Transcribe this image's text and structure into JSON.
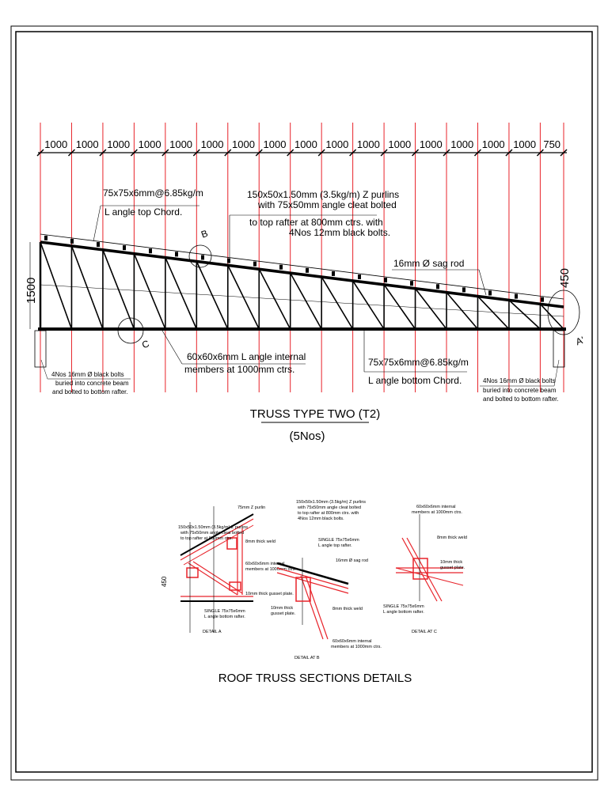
{
  "truss": {
    "dimensions": [
      "1000",
      "1000",
      "1000",
      "1000",
      "1000",
      "1000",
      "1000",
      "1000",
      "1000",
      "1000",
      "1000",
      "1000",
      "1000",
      "1000",
      "1000",
      "1000",
      "750"
    ],
    "height_label": "1500",
    "right_height_label": "450",
    "top_chord": [
      "75x75x6mm@6.85kg/m",
      "L angle top Chord."
    ],
    "purlins": [
      "150x50x1.50mm (3.5kg/m) Z purlins",
      "with 75x50mm angle cleat bolted",
      "to top rafter at 800mm ctrs. with",
      "4Nos 12mm black bolts."
    ],
    "sag_rod": "16mm Ø sag rod",
    "internal": [
      "60x60x6mm L angle internal",
      "members at 1000mm ctrs."
    ],
    "bottom_chord": [
      "75x75x6mm@6.85kg/m",
      "L angle bottom Chord."
    ],
    "bolts_left": [
      "4Nos 16mm Ø black bolts",
      "buried into concrete beam",
      "and bolted to bottom rafter."
    ],
    "bolts_right": [
      "4Nos 16mm Ø black bolts",
      "buried into concrete beam",
      "and bolted to bottom rafter."
    ],
    "marker_b": "B",
    "marker_c": "C",
    "marker_a": "A'",
    "title": "TRUSS TYPE TWO (T2)",
    "subtitle": "(5Nos)"
  },
  "details": {
    "section_title": "ROOF TRUSS SECTIONS DETAILS",
    "a": {
      "label": "DETAIL A",
      "height": "450",
      "notes": [
        "75mm Z purlin",
        "150x50x1.50mm (3.5kg/m) Z purlins",
        "with 75x50mm angle cleat bolted",
        "to top rafter at 800mm ctrs.",
        "8mm thick weld",
        "60x60x6mm internal",
        "members at 1000mm ctrs.",
        "10mm thick gusset plate.",
        "SINGLE 75x75x6mm",
        "L angle bottom rafter."
      ]
    },
    "b": {
      "label": "DETAIL AT B",
      "notes": [
        "150x50x1.50mm (3.5kg/m) Z purlins",
        "with 75x50mm angle cleat bolted",
        "to top rafter at 800mm ctrs. with",
        "4Nos 12mm black bolts."
      ],
      "single": [
        "SINGLE 75x75x6mm",
        "L angle top rafter."
      ],
      "sag": "16mm Ø sag rod",
      "gusset": [
        "10mm thick",
        "gusset plate."
      ],
      "weld": "8mm thick weld",
      "internal": [
        "60x60x6mm internal",
        "members at 1000mm ctrs."
      ]
    },
    "c": {
      "label": "DETAIL AT C",
      "internal": [
        "60x60x6mm internal",
        "members at 1000mm ctrs."
      ],
      "weld": "8mm thick weld",
      "gusset": [
        "10mm thick",
        "gusset plate."
      ],
      "single": [
        "SINGLE 75x75x6mm",
        "L angle bottom rafter."
      ]
    }
  },
  "colors": {
    "ink": "#000000",
    "grid": "#e8232a",
    "paper": "#ffffff"
  }
}
